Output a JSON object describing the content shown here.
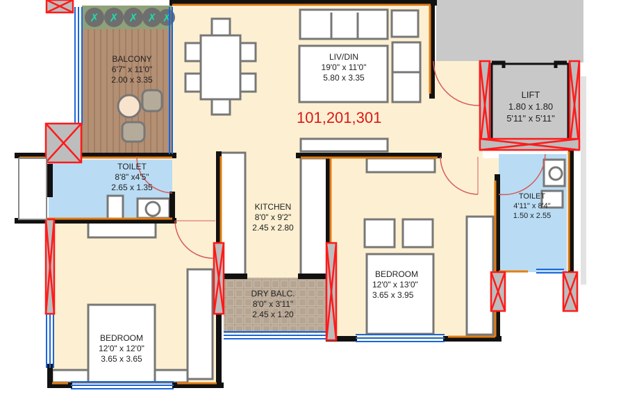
{
  "plan": {
    "unit_numbers": "101,201,301",
    "colors": {
      "floor": "#fdf0d2",
      "wet_area": "#b9dcf4",
      "balcony_deck": "#b08c72",
      "dry_balcony_tile": "#b3a391",
      "lift_area": "#c8c8c8",
      "wall_outer": "#111111",
      "wall_inner": "#e37e12",
      "window": "#1a66d6",
      "door_swing": "#d65a5a",
      "opening_marker": "#ff1a1a",
      "unit_number": "#d81818"
    },
    "rooms": {
      "balcony": {
        "name": "BALCONY",
        "imperial": "6'7\" x 11'0\"",
        "metric": "2.00 x 3.35"
      },
      "liv_din": {
        "name": "LIV/DIN",
        "imperial": "19'0\" x 11'0\"",
        "metric": "5.80 x 3.35"
      },
      "lift": {
        "name": "LIFT",
        "metric": "1.80 x 1.80",
        "imperial": "5'11\" x 5'11\""
      },
      "toilet_left": {
        "name": "TOILET",
        "imperial": "8'8\" x4'5\"",
        "metric": "2.65 x 1.35"
      },
      "toilet_right": {
        "name": "TOILET",
        "imperial": "4'11\" x 8'4\"",
        "metric": "1.50 x 2.55"
      },
      "kitchen": {
        "name": "KITCHEN",
        "imperial": "8'0\" x 9'2\"",
        "metric": "2.45 x 2.80"
      },
      "dry_balcony": {
        "name": "DRY BALC.",
        "imperial": "8'0\" x 3'11\"",
        "metric": "2.45 x 1.20"
      },
      "bedroom_right": {
        "name": "BEDROOM",
        "imperial": "12'0\" x 13'0\"",
        "metric": "3.65 x 3.95"
      },
      "bedroom_left": {
        "name": "BEDROOM",
        "imperial": "12'0\" x 12'0\"",
        "metric": "3.65 x 3.65"
      }
    }
  }
}
